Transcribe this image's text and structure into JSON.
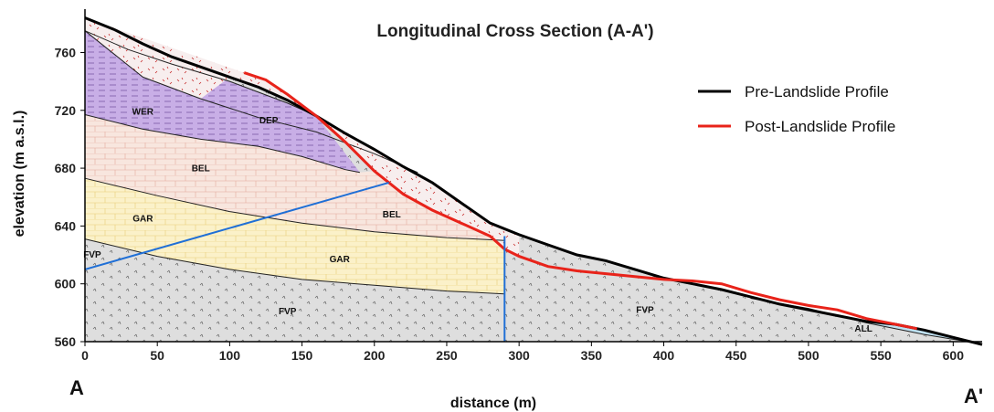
{
  "title": "Longitudinal Cross Section (A-A')",
  "x_axis": {
    "label": "distance (m)",
    "ticks": [
      "0",
      "50",
      "100",
      "150",
      "200",
      "250",
      "300",
      "350",
      "400",
      "450",
      "500",
      "550",
      "600"
    ],
    "range": [
      0,
      620
    ]
  },
  "y_axis": {
    "label": "elevation (m a.s.l.)",
    "ticks": [
      "560",
      "600",
      "640",
      "680",
      "720",
      "760"
    ],
    "range": [
      560,
      790
    ]
  },
  "section_ends": {
    "start": "A",
    "end": "A'"
  },
  "legend": [
    {
      "label": "Pre-Landslide Profile",
      "color": "#000000"
    },
    {
      "label": "Post-Landslide Profile",
      "color": "#e8231a"
    }
  ],
  "units": [
    {
      "label": "WER",
      "at": [
        40,
        717
      ]
    },
    {
      "label": "DEP",
      "at": [
        127,
        711
      ]
    },
    {
      "label": "BEL",
      "at": [
        80,
        678
      ]
    },
    {
      "label": "BEL",
      "at": [
        212,
        646
      ]
    },
    {
      "label": "GAR",
      "at": [
        40,
        643
      ]
    },
    {
      "label": "GAR",
      "at": [
        176,
        615
      ]
    },
    {
      "label": "FVP",
      "at": [
        5,
        618
      ]
    },
    {
      "label": "FVP",
      "at": [
        140,
        579
      ]
    },
    {
      "label": "FVP",
      "at": [
        387,
        580
      ]
    },
    {
      "label": "ALL",
      "at": [
        538,
        567
      ]
    }
  ],
  "colors": {
    "wer": "#c8aee6",
    "dep": "#f7eeee",
    "bel": "#f8e6de",
    "gar": "#fbf1c9",
    "fvp": "#dedede",
    "all": "#bfe0f0",
    "pre_profile": "#000000",
    "post_profile": "#e8231a",
    "section_lines": "#1f6fd6"
  },
  "chart_data": {
    "type": "line",
    "title": "Longitudinal Cross Section (A-A')",
    "xlabel": "distance (m)",
    "ylabel": "elevation (m a.s.l.)",
    "xlim": [
      0,
      620
    ],
    "ylim": [
      560,
      790
    ],
    "series": [
      {
        "name": "Pre-Landslide Profile",
        "points": [
          [
            0,
            784
          ],
          [
            20,
            776
          ],
          [
            40,
            766
          ],
          [
            60,
            757
          ],
          [
            80,
            750
          ],
          [
            100,
            743
          ],
          [
            120,
            736
          ],
          [
            140,
            727
          ],
          [
            160,
            716
          ],
          [
            180,
            704
          ],
          [
            200,
            693
          ],
          [
            220,
            681
          ],
          [
            240,
            670
          ],
          [
            260,
            656
          ],
          [
            280,
            642
          ],
          [
            300,
            634
          ],
          [
            320,
            627
          ],
          [
            340,
            620
          ],
          [
            360,
            616
          ],
          [
            380,
            610
          ],
          [
            400,
            604
          ],
          [
            420,
            600
          ],
          [
            440,
            596
          ],
          [
            460,
            591
          ],
          [
            480,
            586
          ],
          [
            500,
            582
          ],
          [
            520,
            578
          ],
          [
            540,
            574
          ],
          [
            560,
            572
          ],
          [
            580,
            568
          ],
          [
            600,
            563
          ],
          [
            620,
            558
          ]
        ]
      },
      {
        "name": "Post-Landslide Profile",
        "points": [
          [
            110,
            746
          ],
          [
            125,
            741
          ],
          [
            140,
            731
          ],
          [
            160,
            716
          ],
          [
            180,
            698
          ],
          [
            200,
            678
          ],
          [
            220,
            662
          ],
          [
            240,
            651
          ],
          [
            260,
            642
          ],
          [
            280,
            633
          ],
          [
            290,
            624
          ],
          [
            300,
            619
          ],
          [
            320,
            612
          ],
          [
            340,
            609
          ],
          [
            360,
            607
          ],
          [
            380,
            605
          ],
          [
            400,
            603
          ],
          [
            420,
            602
          ],
          [
            440,
            600
          ],
          [
            460,
            594
          ],
          [
            480,
            589
          ],
          [
            500,
            585
          ],
          [
            520,
            582
          ],
          [
            540,
            576
          ],
          [
            560,
            572
          ],
          [
            575,
            569
          ]
        ]
      }
    ],
    "boundaries": [
      {
        "name": "WER top",
        "points": [
          [
            0,
            775
          ],
          [
            30,
            762
          ],
          [
            60,
            752
          ],
          [
            100,
            740
          ],
          [
            140,
            725
          ],
          [
            160,
            716
          ]
        ]
      },
      {
        "name": "DEP base",
        "points": [
          [
            0,
            775
          ],
          [
            40,
            743
          ],
          [
            80,
            728
          ],
          [
            120,
            715
          ],
          [
            160,
            705
          ],
          [
            200,
            690
          ],
          [
            230,
            677
          ]
        ]
      },
      {
        "name": "BEL top",
        "points": [
          [
            0,
            717
          ],
          [
            40,
            707
          ],
          [
            80,
            700
          ],
          [
            120,
            695
          ],
          [
            150,
            688
          ],
          [
            180,
            679
          ],
          [
            190,
            677
          ]
        ]
      },
      {
        "name": "GAR top",
        "points": [
          [
            0,
            673
          ],
          [
            50,
            661
          ],
          [
            100,
            650
          ],
          [
            150,
            642
          ],
          [
            200,
            636
          ],
          [
            250,
            632
          ],
          [
            290,
            630
          ]
        ]
      },
      {
        "name": "FVP top",
        "points": [
          [
            0,
            631
          ],
          [
            50,
            619
          ],
          [
            100,
            610
          ],
          [
            150,
            603
          ],
          [
            200,
            599
          ],
          [
            250,
            595
          ],
          [
            290,
            593
          ]
        ]
      },
      {
        "name": "ALL base",
        "points": [
          [
            460,
            590
          ],
          [
            500,
            583
          ],
          [
            540,
            573
          ],
          [
            580,
            565
          ],
          [
            610,
            560
          ]
        ]
      }
    ],
    "section_lines": [
      {
        "name": "inclined trace",
        "points": [
          [
            0,
            610
          ],
          [
            210,
            670
          ]
        ]
      },
      {
        "name": "vertical trace",
        "points": [
          [
            290,
            633
          ],
          [
            290,
            560
          ]
        ]
      }
    ],
    "legend_position": "top-right",
    "grid": false
  }
}
